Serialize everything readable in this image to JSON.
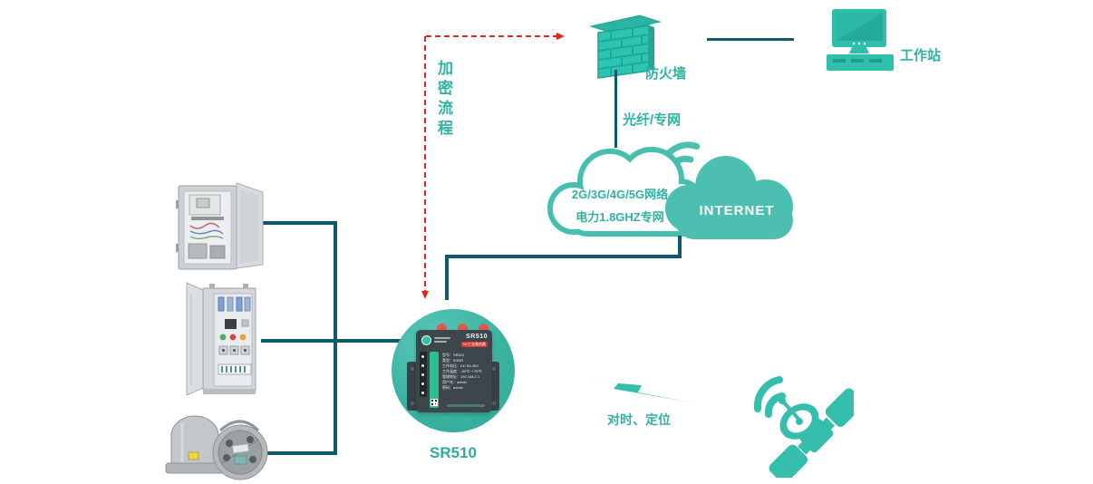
{
  "colors": {
    "teal_icon": "#35beac",
    "cloud_teal": "#4dbfb0",
    "connector_line": "#0e5a6b",
    "arrow_red": "#e1251b",
    "label_teal": "#2fb2a2"
  },
  "firewall": {
    "label": "防火墙"
  },
  "workstation": {
    "label": "工作站"
  },
  "fiber_link": {
    "label": "光纤/专网"
  },
  "encryption_flow": {
    "label": "加密流程"
  },
  "cloud": {
    "network_line1": "2G/3G/4G/5G网络",
    "network_line2": "电力1.8GHZ专网",
    "internet": "INTERNET"
  },
  "sr510": {
    "caption": "SR510",
    "device": {
      "title": "SR510",
      "badge": "5G工业路由器",
      "specs": [
        "型号：SR510",
        "类型：5GNR",
        "工作电压：DC 5V-36V",
        "工作温度：-35℃~+75℃",
        "管理地址：192.168.1.1",
        "用户名：admin",
        "密码：admin"
      ]
    }
  },
  "timing": {
    "label": "对时、定位"
  }
}
